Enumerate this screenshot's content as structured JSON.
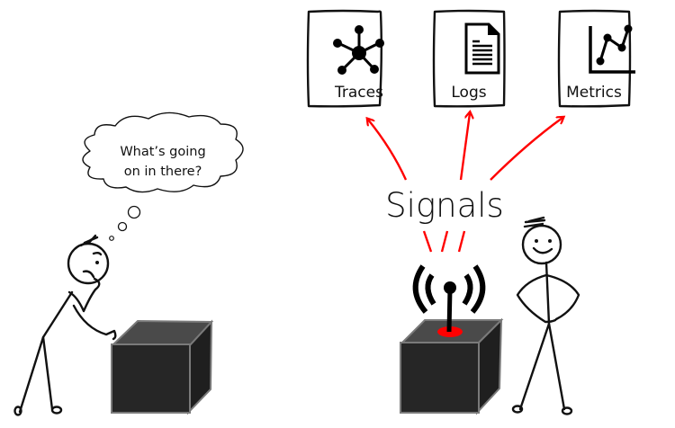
{
  "diagram": {
    "cards": [
      {
        "label": "Traces",
        "icon": "traces-network-icon"
      },
      {
        "label": "Logs",
        "icon": "log-document-icon"
      },
      {
        "label": "Metrics",
        "icon": "line-chart-icon"
      }
    ],
    "signals_label": "Signals",
    "thought_bubble": {
      "line1": "What’s going",
      "line2": "on in there?"
    },
    "colors": {
      "accent_red": "#ff0000",
      "box_fill": "#262626",
      "box_edge": "#6b6b6b",
      "ink": "#111111"
    }
  }
}
